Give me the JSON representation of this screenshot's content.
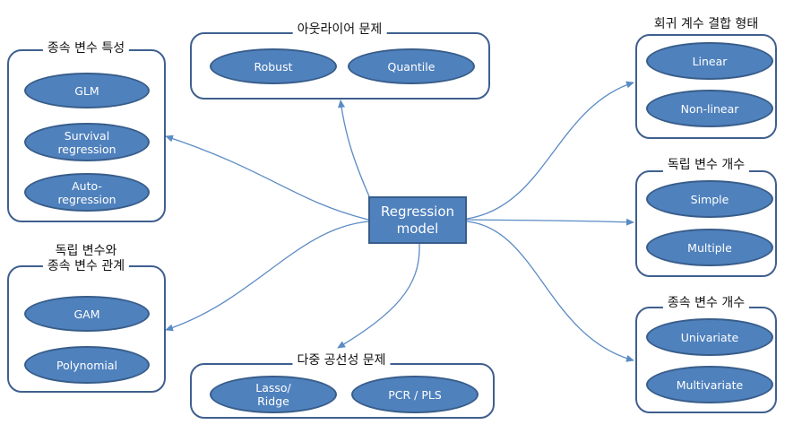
{
  "center": {
    "label": "Regression\nmodel"
  },
  "groups": [
    {
      "title": "종속 변수 특성",
      "items": [
        "GLM",
        "Survival\nregression",
        "Auto-\nregression"
      ]
    },
    {
      "title": "독립 변수와\n종속 변수 관계",
      "items": [
        "GAM",
        "Polynomial"
      ]
    },
    {
      "title": "아웃라이어 문제",
      "items": [
        "Robust",
        "Quantile"
      ]
    },
    {
      "title": "다중 공선성 문제",
      "items": [
        "Lasso/\nRidge",
        "PCR / PLS"
      ]
    },
    {
      "title": "회귀 계수 결합 형태",
      "items": [
        "Linear",
        "Non-linear"
      ]
    },
    {
      "title": "독립 변수 개수",
      "items": [
        "Simple",
        "Multiple"
      ]
    },
    {
      "title": "종속 변수 개수",
      "items": [
        "Univariate",
        "Multivariate"
      ]
    }
  ],
  "colors": {
    "node_fill": "#4f81bd",
    "node_border": "#385d8a",
    "group_border": "#3f5f8f",
    "arrow": "#5b8bc4"
  }
}
